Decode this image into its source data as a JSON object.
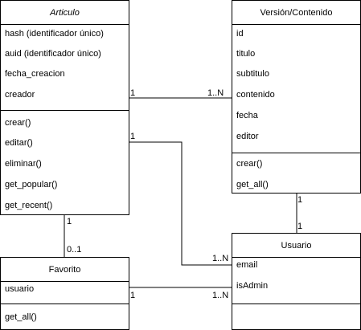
{
  "classes": {
    "articulo": {
      "title": "Articulo",
      "attributes": [
        "hash (identificador único)",
        "auid (identificador único)",
        "fecha_creacion",
        "creador"
      ],
      "methods": [
        "crear()",
        "editar()",
        "eliminar()",
        "get_popular()",
        "get_recent()"
      ]
    },
    "version": {
      "title": "Versión/Contenido",
      "attributes": [
        "id",
        "titulo",
        "subtitulo",
        "contenido",
        "fecha",
        "editor"
      ],
      "methods": [
        "crear()",
        "get_all()"
      ]
    },
    "usuario": {
      "title": "Usuario",
      "attributes": [
        "email",
        "isAdmin"
      ],
      "methods": []
    },
    "favorito": {
      "title": "Favorito",
      "attributes": [
        "usuario"
      ],
      "methods": [
        "get_all()"
      ]
    }
  },
  "associations": {
    "articulo_version": {
      "source": "1",
      "target": "1..N"
    },
    "articulo_usuario": {
      "source": "1",
      "target": "1..N"
    },
    "version_usuario": {
      "source": "1",
      "target": "1"
    },
    "articulo_favorito": {
      "source": "1",
      "target": "0..1"
    },
    "favorito_usuario": {
      "source": "1",
      "target": "1..N"
    }
  }
}
